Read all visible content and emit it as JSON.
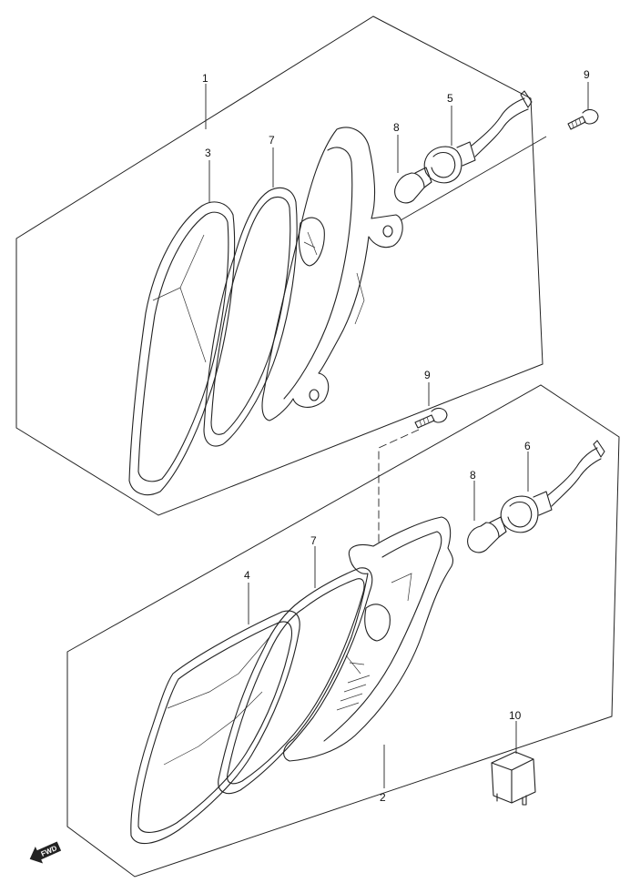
{
  "callouts": {
    "c1": "1",
    "c2": "2",
    "c3": "3",
    "c4": "4",
    "c5": "5",
    "c6": "6",
    "c7_upper": "7",
    "c7_lower": "7",
    "c8_upper": "8",
    "c8_lower": "8",
    "c9_upper": "9",
    "c9_lower": "9",
    "c10": "10"
  },
  "direction_marker": {
    "label": "FWD",
    "icon": "arrow-left-icon"
  },
  "colors": {
    "line": "#222222",
    "background": "#ffffff"
  }
}
